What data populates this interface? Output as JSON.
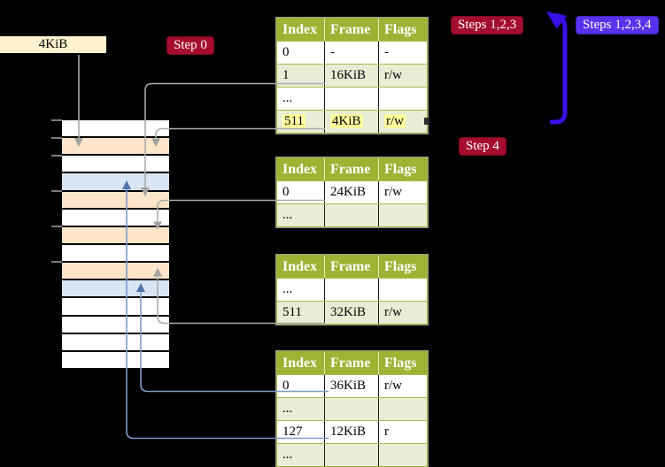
{
  "diagram_title": "page-table-translation-steps",
  "colors": {
    "background": "#000000",
    "badge_red": "#a50d2e",
    "badge_blue": "#5733f0",
    "big_arrow_blue": "#3a10e8",
    "table_header_green": "#9fb233",
    "table_row_green": "#e8edd5",
    "highlight_yellow": "#ffff9e",
    "memory_frame_peach": "#fce5c8",
    "memory_frame_blue": "#d9e5f3",
    "memory_frame_white": "#ffffff",
    "gray_connector": "#ababab",
    "blue_connector": "#7d9cc9",
    "blue_arrowhead": "#5276ab",
    "legend_box_tan": "#fdf1cd"
  },
  "legend_box": {
    "label": "4KiB"
  },
  "badges": {
    "step0": {
      "label": "Step 0"
    },
    "steps123": {
      "label": "Steps 1,2,3"
    },
    "steps1234": {
      "label": "Steps 1,2,3,4"
    },
    "step4": {
      "label": "Step 4"
    }
  },
  "tables": [
    {
      "headers": [
        "Index",
        "Frame",
        "Flags"
      ],
      "rows": [
        {
          "cells": [
            "0",
            "-",
            "-"
          ]
        },
        {
          "cells": [
            "1",
            "16KiB",
            "r/w"
          ]
        },
        {
          "cells": [
            "...",
            "",
            ""
          ]
        },
        {
          "cells": [
            "511",
            "4KiB",
            "r/w"
          ],
          "highlighted": true
        }
      ]
    },
    {
      "headers": [
        "Index",
        "Frame",
        "Flags"
      ],
      "rows": [
        {
          "cells": [
            "0",
            "24KiB",
            "r/w"
          ]
        },
        {
          "cells": [
            "...",
            "",
            ""
          ]
        }
      ]
    },
    {
      "headers": [
        "Index",
        "Frame",
        "Flags"
      ],
      "rows": [
        {
          "cells": [
            "...",
            "",
            ""
          ]
        },
        {
          "cells": [
            "511",
            "32KiB",
            "r/w"
          ]
        }
      ]
    },
    {
      "headers": [
        "Index",
        "Frame",
        "Flags"
      ],
      "rows": [
        {
          "cells": [
            "0",
            "36KiB",
            "r/w"
          ]
        },
        {
          "cells": [
            "...",
            "",
            ""
          ]
        },
        {
          "cells": [
            "127",
            "12KiB",
            "r"
          ]
        },
        {
          "cells": [
            "...",
            "",
            ""
          ]
        }
      ]
    }
  ],
  "memory_column": {
    "rows": [
      "white",
      "peach",
      "white",
      "blue",
      "peach",
      "white",
      "peach",
      "white",
      "peach",
      "blue",
      "white",
      "white",
      "white",
      "white"
    ]
  }
}
